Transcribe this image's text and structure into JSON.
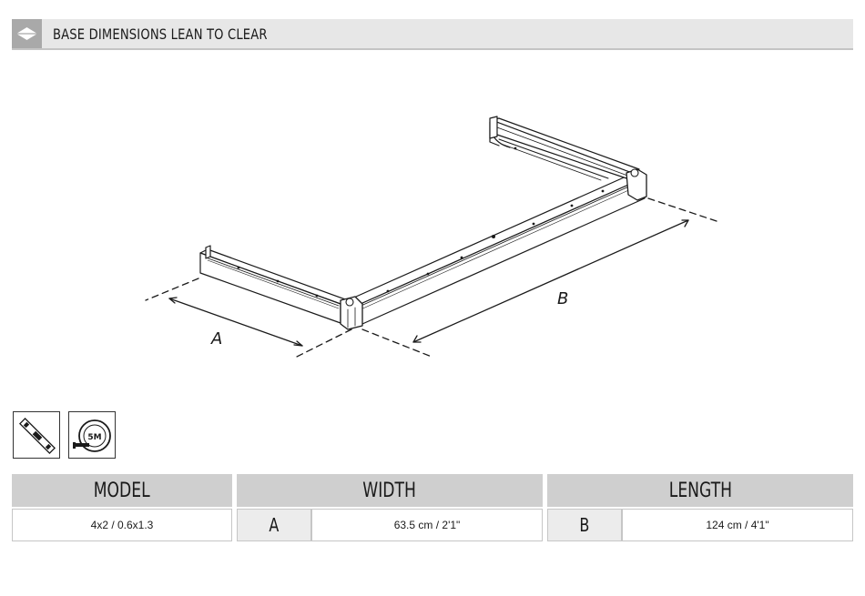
{
  "header": {
    "title": "BASE DIMENSIONS LEAN TO CLEAR",
    "icon": "diamond-icon"
  },
  "diagram": {
    "label_a": "A",
    "label_b": "B"
  },
  "tools": [
    {
      "icon": "spirit-level-icon"
    },
    {
      "icon": "tape-measure-icon",
      "label": "5M"
    }
  ],
  "table": {
    "headers": {
      "model": "MODEL",
      "width": "WIDTH",
      "length": "LENGTH"
    },
    "row": {
      "model": "4x2 / 0.6x1.3",
      "width_letter": "A",
      "width_value": "63.5 cm / 2'1\"",
      "length_letter": "B",
      "length_value": "124 cm /  4'1\""
    }
  },
  "colors": {
    "header_bg": "#e7e7e7",
    "header_icon_bg": "#a9a9a9",
    "table_header_bg": "#cfcfcf"
  }
}
